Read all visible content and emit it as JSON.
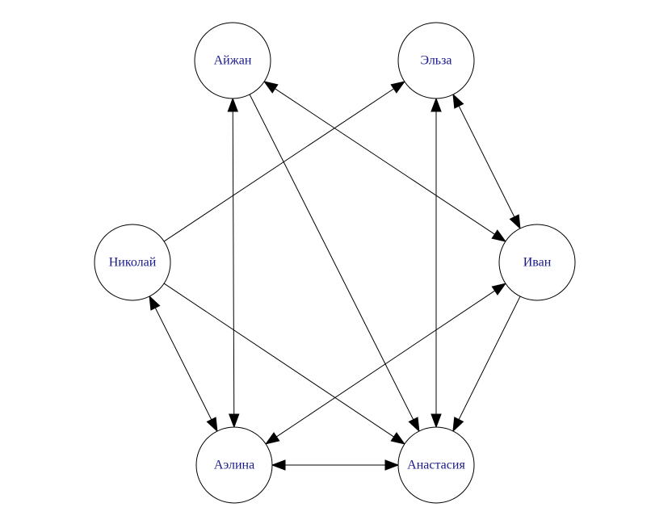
{
  "diagram": {
    "type": "directed-graph",
    "label_color": "#1a1a8c",
    "line_color": "#000000",
    "nodes": [
      {
        "id": "aizhan",
        "label": "Айжан"
      },
      {
        "id": "elza",
        "label": "Эльза"
      },
      {
        "id": "nikolai",
        "label": "Николай"
      },
      {
        "id": "ivan",
        "label": "Иван"
      },
      {
        "id": "aelina",
        "label": "Аэлина"
      },
      {
        "id": "anastasia",
        "label": "Анастасия"
      }
    ],
    "edges": [
      {
        "from": "aizhan",
        "to": "aelina",
        "bidirectional": true
      },
      {
        "from": "aizhan",
        "to": "anastasia",
        "bidirectional": false
      },
      {
        "from": "aizhan",
        "to": "ivan",
        "bidirectional": true
      },
      {
        "from": "elza",
        "to": "anastasia",
        "bidirectional": true
      },
      {
        "from": "elza",
        "to": "ivan",
        "bidirectional": true
      },
      {
        "from": "nikolai",
        "to": "elza",
        "bidirectional": false
      },
      {
        "from": "nikolai",
        "to": "aelina",
        "bidirectional": true
      },
      {
        "from": "nikolai",
        "to": "anastasia",
        "bidirectional": false
      },
      {
        "from": "ivan",
        "to": "aelina",
        "bidirectional": true
      },
      {
        "from": "ivan",
        "to": "anastasia",
        "bidirectional": false
      },
      {
        "from": "aelina",
        "to": "anastasia",
        "bidirectional": true
      }
    ]
  }
}
